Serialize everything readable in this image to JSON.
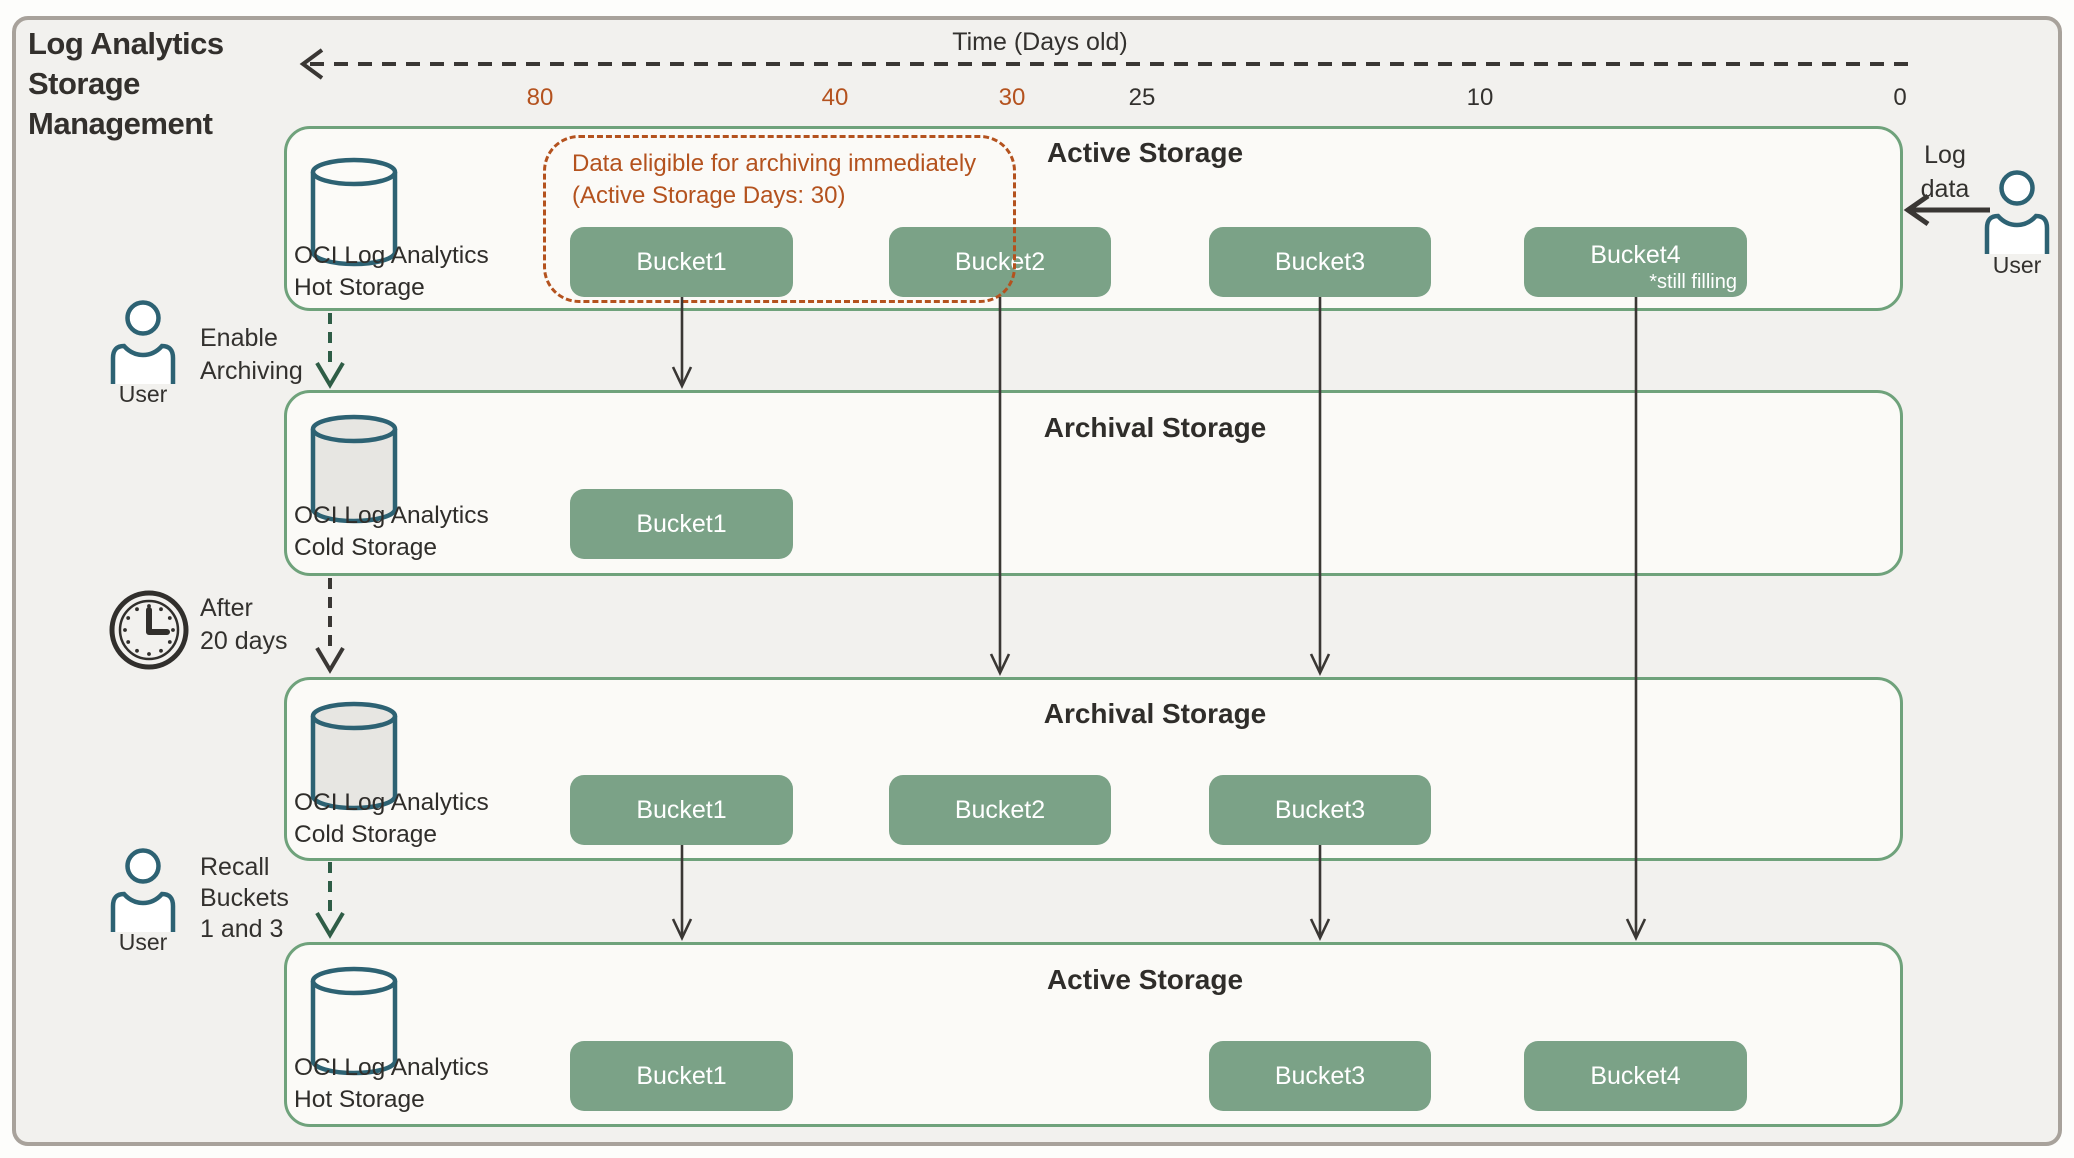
{
  "title": {
    "line1": "Log Analytics",
    "line2": "Storage",
    "line3": "Management"
  },
  "timeline": {
    "label": "Time (Days old)",
    "ticks": [
      {
        "value": "80",
        "tone": "orange"
      },
      {
        "value": "40",
        "tone": "orange"
      },
      {
        "value": "30",
        "tone": "orange"
      },
      {
        "value": "25",
        "tone": "dark"
      },
      {
        "value": "10",
        "tone": "dark"
      },
      {
        "value": "0",
        "tone": "dark"
      }
    ]
  },
  "annotation": {
    "line1": "Data eligible for archiving immediately",
    "line2": "(Active Storage Days: 30)"
  },
  "boxes": [
    {
      "title": "Active Storage",
      "storage_line1": "OCI Log Analytics",
      "storage_line2": "Hot Storage",
      "buckets": [
        "Bucket1",
        "Bucket2",
        "Bucket3",
        "Bucket4"
      ],
      "bucket4_note": "*still filling"
    },
    {
      "title": "Archival Storage",
      "storage_line1": "OCI Log Analytics",
      "storage_line2": "Cold Storage",
      "buckets": [
        "Bucket1"
      ]
    },
    {
      "title": "Archival Storage",
      "storage_line1": "OCI Log Analytics",
      "storage_line2": "Cold Storage",
      "buckets": [
        "Bucket1",
        "Bucket2",
        "Bucket3"
      ]
    },
    {
      "title": "Active Storage",
      "storage_line1": "OCI Log Analytics",
      "storage_line2": "Hot Storage",
      "buckets": [
        "Bucket1",
        "Bucket3",
        "Bucket4"
      ]
    }
  ],
  "actors": {
    "ingest": {
      "label_line1": "Log",
      "label_line2": "data",
      "name": "User"
    },
    "archiver": {
      "name": "User",
      "action_line1": "Enable",
      "action_line2": "Archiving"
    },
    "timer": {
      "line1": "After",
      "line2": "20 days"
    },
    "recaller": {
      "name": "User",
      "action_line1": "Recall",
      "action_line2": "Buckets",
      "action_line3": "1 and 3"
    }
  },
  "colors": {
    "box_border": "#6fa27b",
    "bucket_fill": "#7ba287",
    "accent_orange": "#b4521e",
    "icon_teal": "#2d6273",
    "arrow_dark": "#3a3734",
    "arrow_green": "#2f5d46"
  }
}
